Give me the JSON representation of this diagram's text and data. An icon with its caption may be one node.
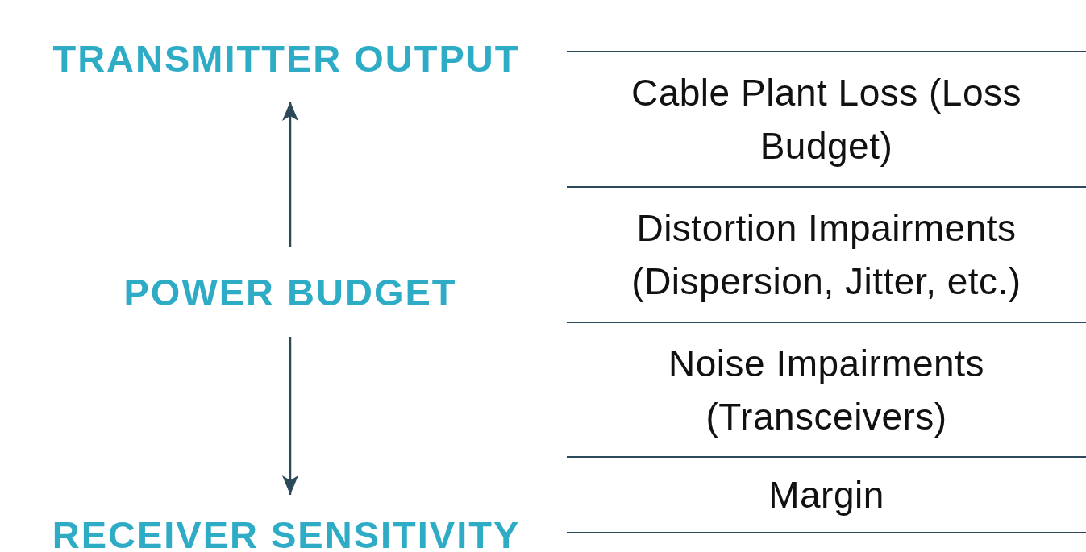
{
  "diagram": {
    "nodes": [
      {
        "text": [
          "TRANSMITTER OUTPUT"
        ]
      },
      {
        "text": [
          "POWER BUDGET"
        ]
      },
      {
        "text": [
          "RECEIVER SENSITIVITY"
        ]
      },
      {
        "text": [
          "Cable Plant Loss (Loss Budget)"
        ]
      },
      {
        "text": [
          "Distortion Impairments (Dispersion, Jitter, etc.)"
        ]
      },
      {
        "text": [
          "Noise Impairments (Transceivers)"
        ]
      },
      {
        "text": [
          "Margin"
        ]
      }
    ],
    "edges": [
      {
        "from": 1,
        "to": 0,
        "arrow": "to"
      },
      {
        "from": 1,
        "to": 2,
        "arrow": "to"
      }
    ]
  }
}
